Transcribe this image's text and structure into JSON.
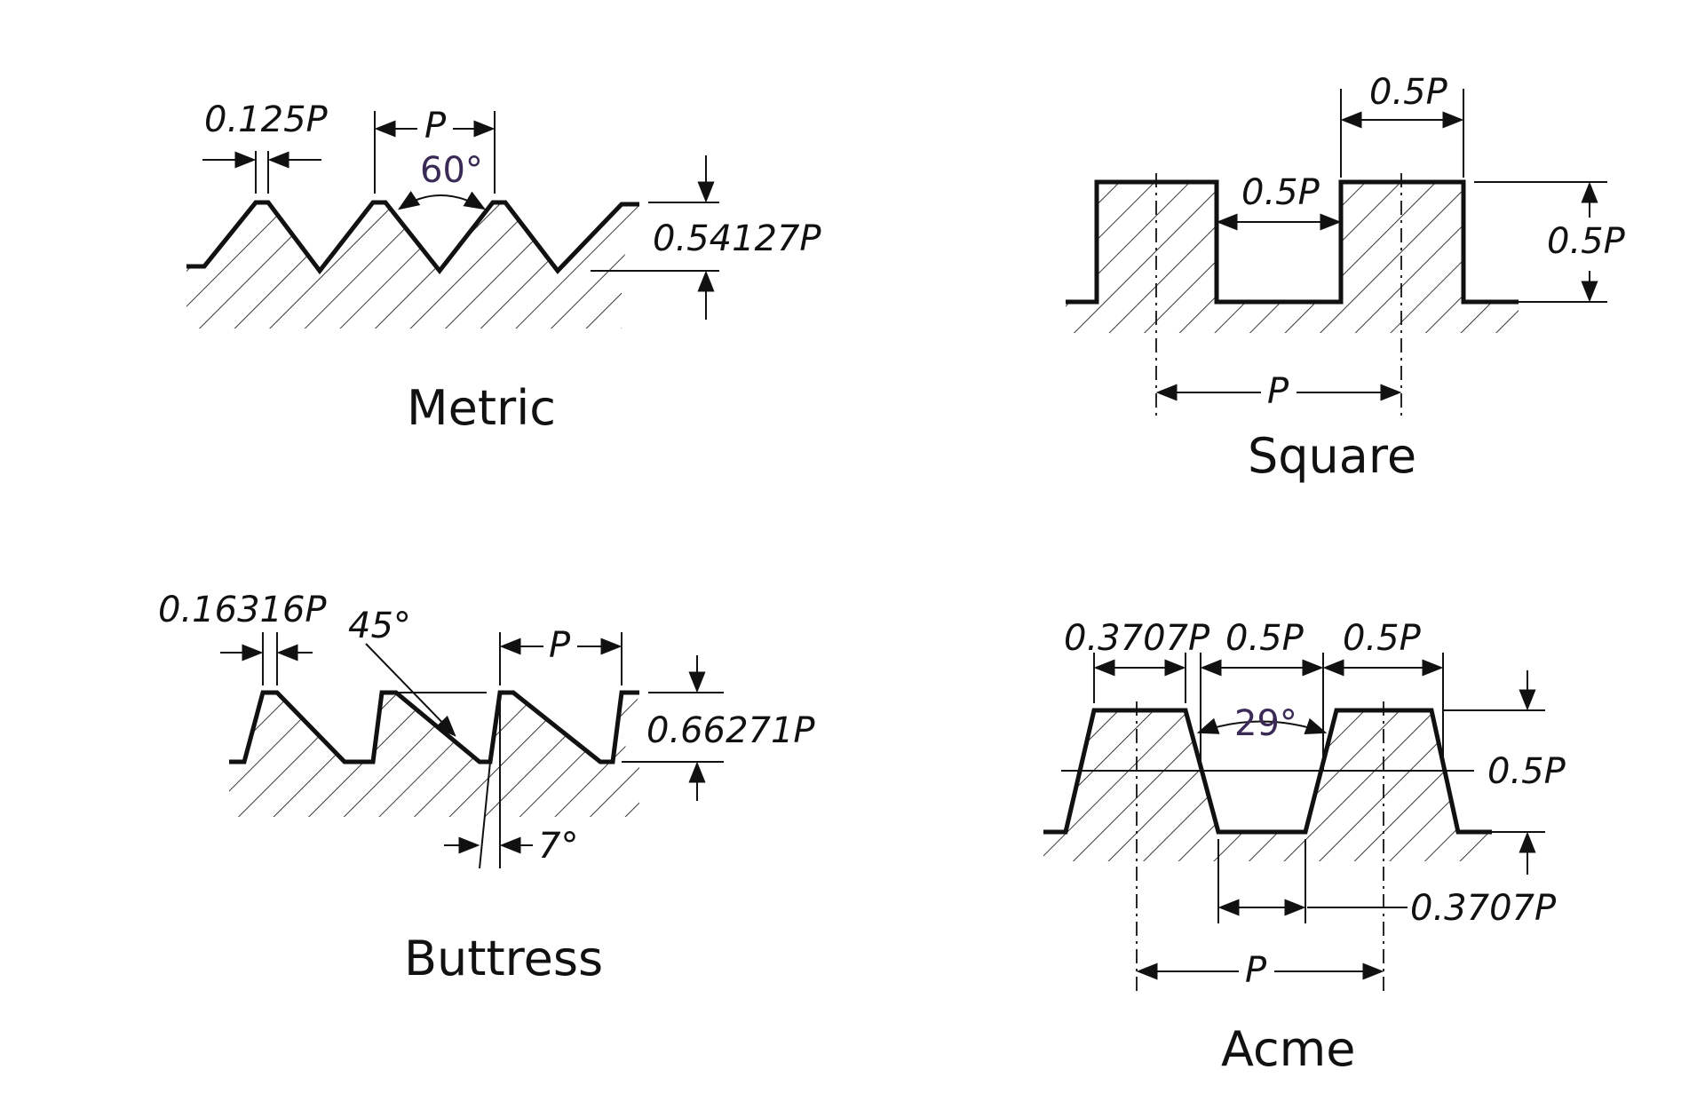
{
  "diagrams": {
    "metric": {
      "title": "Metric",
      "crest_flat": "0.125P",
      "pitch": "P",
      "angle": "60°",
      "depth": "0.54127P"
    },
    "square": {
      "title": "Square",
      "top_width": "0.5P",
      "gap_width": "0.5P",
      "depth": "0.5P",
      "pitch": "P"
    },
    "buttress": {
      "title": "Buttress",
      "crest_flat": "0.16316P",
      "flank_angle": "45°",
      "pitch": "P",
      "depth": "0.66271P",
      "back_angle": "7°"
    },
    "acme": {
      "title": "Acme",
      "crest_flat": "0.3707P",
      "mid_width_1": "0.5P",
      "mid_width_2": "0.5P",
      "angle": "29°",
      "depth": "0.5P",
      "root_flat": "0.3707P",
      "pitch": "P"
    }
  }
}
